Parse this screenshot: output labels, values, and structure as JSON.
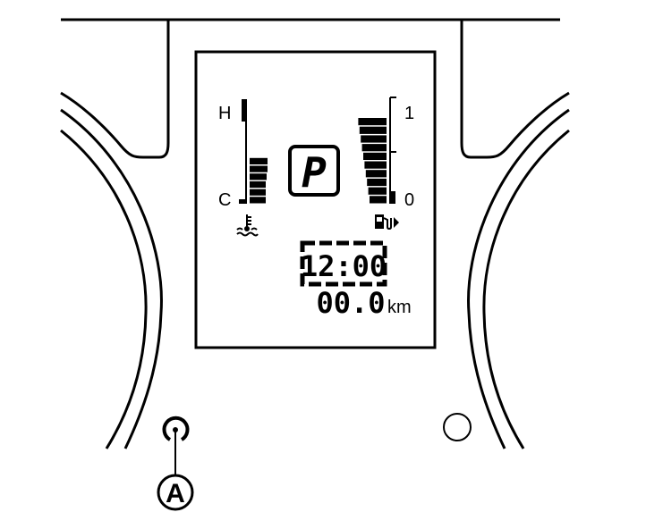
{
  "temperature_gauge": {
    "high_label": "H",
    "low_label": "C",
    "level_bars": 6,
    "icon": "coolant-temperature-icon"
  },
  "fuel_gauge": {
    "full_label": "1",
    "empty_label": "0",
    "level_bars": 10,
    "icon": "fuel-pump-icon"
  },
  "gear_indicator": {
    "value": "P"
  },
  "clock": {
    "value": "12:00"
  },
  "odometer": {
    "value": "00.0",
    "unit": "km"
  },
  "callout": {
    "label": "A",
    "target": "trip-reset-knob"
  },
  "colors": {
    "line": "#000000",
    "background": "#ffffff"
  }
}
